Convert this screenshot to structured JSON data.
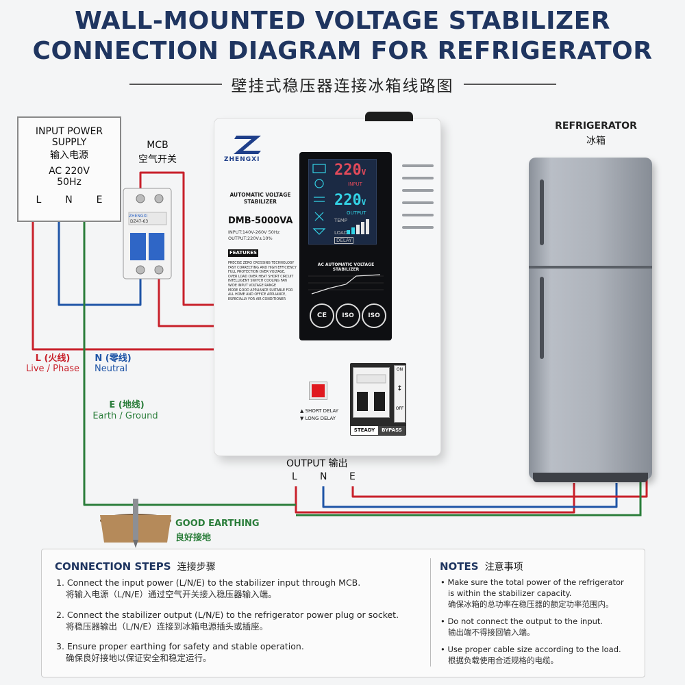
{
  "title": {
    "line1": "WALL-MOUNTED VOLTAGE STABILIZER",
    "line2": "CONNECTION DIAGRAM FOR REFRIGERATOR",
    "subtitle_zh": "壁挂式稳压器连接冰箱线路图"
  },
  "input_box": {
    "line1": "INPUT POWER",
    "line2": "SUPPLY",
    "line3": "输入电源",
    "line4": "AC 220V",
    "line5": "50Hz",
    "terminals": [
      "L",
      "N",
      "E"
    ]
  },
  "mcb": {
    "label": "MCB",
    "label_zh": "空气开关",
    "model": "DZ47-63",
    "brand": "ZHENGXI"
  },
  "stabilizer": {
    "brand": "ZHENGXI",
    "name_line1": "AUTOMATIC VOLTAGE",
    "name_line2": "STABILIZER",
    "model": "DMB-5000VA",
    "spec1": "INPUT:140V-260V 50Hz",
    "spec2": "OUTPUT:220V±10%",
    "features_header": "FEATURES",
    "features": [
      "PRECISE ZERO CROSSING TECHNOLOGY",
      "FAST CORRECTING AND HIGH EFFICIENCY",
      "FULL PROTECTION OVER VOLTAGE,",
      "OVER LOAD OVER HEAT SHORT CIRCUIT",
      "INTELLIGENT SWITCH COOLING FAN",
      "WIDE INPUT VOLTAGE RANGE",
      "MORE GOOD APPLIANCE SUITABLE FOR",
      "ALL HOME AND OFFICE APPLIANCE,",
      "ESPECIALLY FOR AIR CONDITIONER"
    ],
    "lcd_input": "220",
    "lcd_output": "220",
    "lcd_unit": "V",
    "lcd_input_label": "INPUT",
    "lcd_output_label": "OUTPUT",
    "lcd_temp_label": "TEMP",
    "lcd_load_label": "LOAD",
    "lcd_delay_label": "DELAY",
    "panel_caption": "AC AUTOMATIC VOLTAGE STABILIZER",
    "cert1": "CE",
    "cert2": "ISO",
    "cert3": "ISO",
    "short_delay": "SHORT DELAY",
    "long_delay": "LONG DELAY",
    "steady_label": "STEADY",
    "bypass_label": "BYPASS",
    "on_label": "ON",
    "off_label": "OFF"
  },
  "legend": {
    "l_label": "L (火线)",
    "l_en": "Live / Phase",
    "n_label": "N (零线)",
    "n_en": "Neutral",
    "e_label": "E (地线)",
    "e_en": "Earth / Ground"
  },
  "output": {
    "label": "OUTPUT 输出",
    "terminals": [
      "L",
      "N",
      "E"
    ]
  },
  "refrigerator": {
    "label": "REFRIGERATOR",
    "label_zh": "冰箱"
  },
  "earthing": {
    "label": "GOOD EARTHING",
    "label_zh": "良好接地"
  },
  "steps": {
    "header": "CONNECTION STEPS",
    "header_zh": "连接步骤",
    "items": [
      {
        "en": "1. Connect the input power (L/N/E) to the stabilizer input through MCB.",
        "zh": "将输入电源（L/N/E）通过空气开关接入稳压器输入端。"
      },
      {
        "en": "2. Connect the stabilizer output (L/N/E) to the refrigerator power plug or socket.",
        "zh": "将稳压器输出（L/N/E）连接到冰箱电源插头或插座。"
      },
      {
        "en": "3. Ensure proper earthing for safety and stable operation.",
        "zh": "确保良好接地以保证安全和稳定运行。"
      }
    ]
  },
  "notes": {
    "header": "NOTES",
    "header_zh": "注意事项",
    "items": [
      {
        "en1": "Make sure the total power of the refrigerator",
        "en2": "is within the stabilizer capacity.",
        "zh": "确保冰箱的总功率在稳压器的额定功率范围内。"
      },
      {
        "en1": "Do not connect the output to the input.",
        "en2": "",
        "zh": "输出端不得接回输入端。"
      },
      {
        "en1": "Use proper cable size according to the load.",
        "en2": "",
        "zh": "根据负载使用合适规格的电缆。"
      }
    ]
  },
  "colors": {
    "live": "#c8202a",
    "neutral": "#1e54a6",
    "earth": "#2a7d3a",
    "title": "#1f3560"
  }
}
